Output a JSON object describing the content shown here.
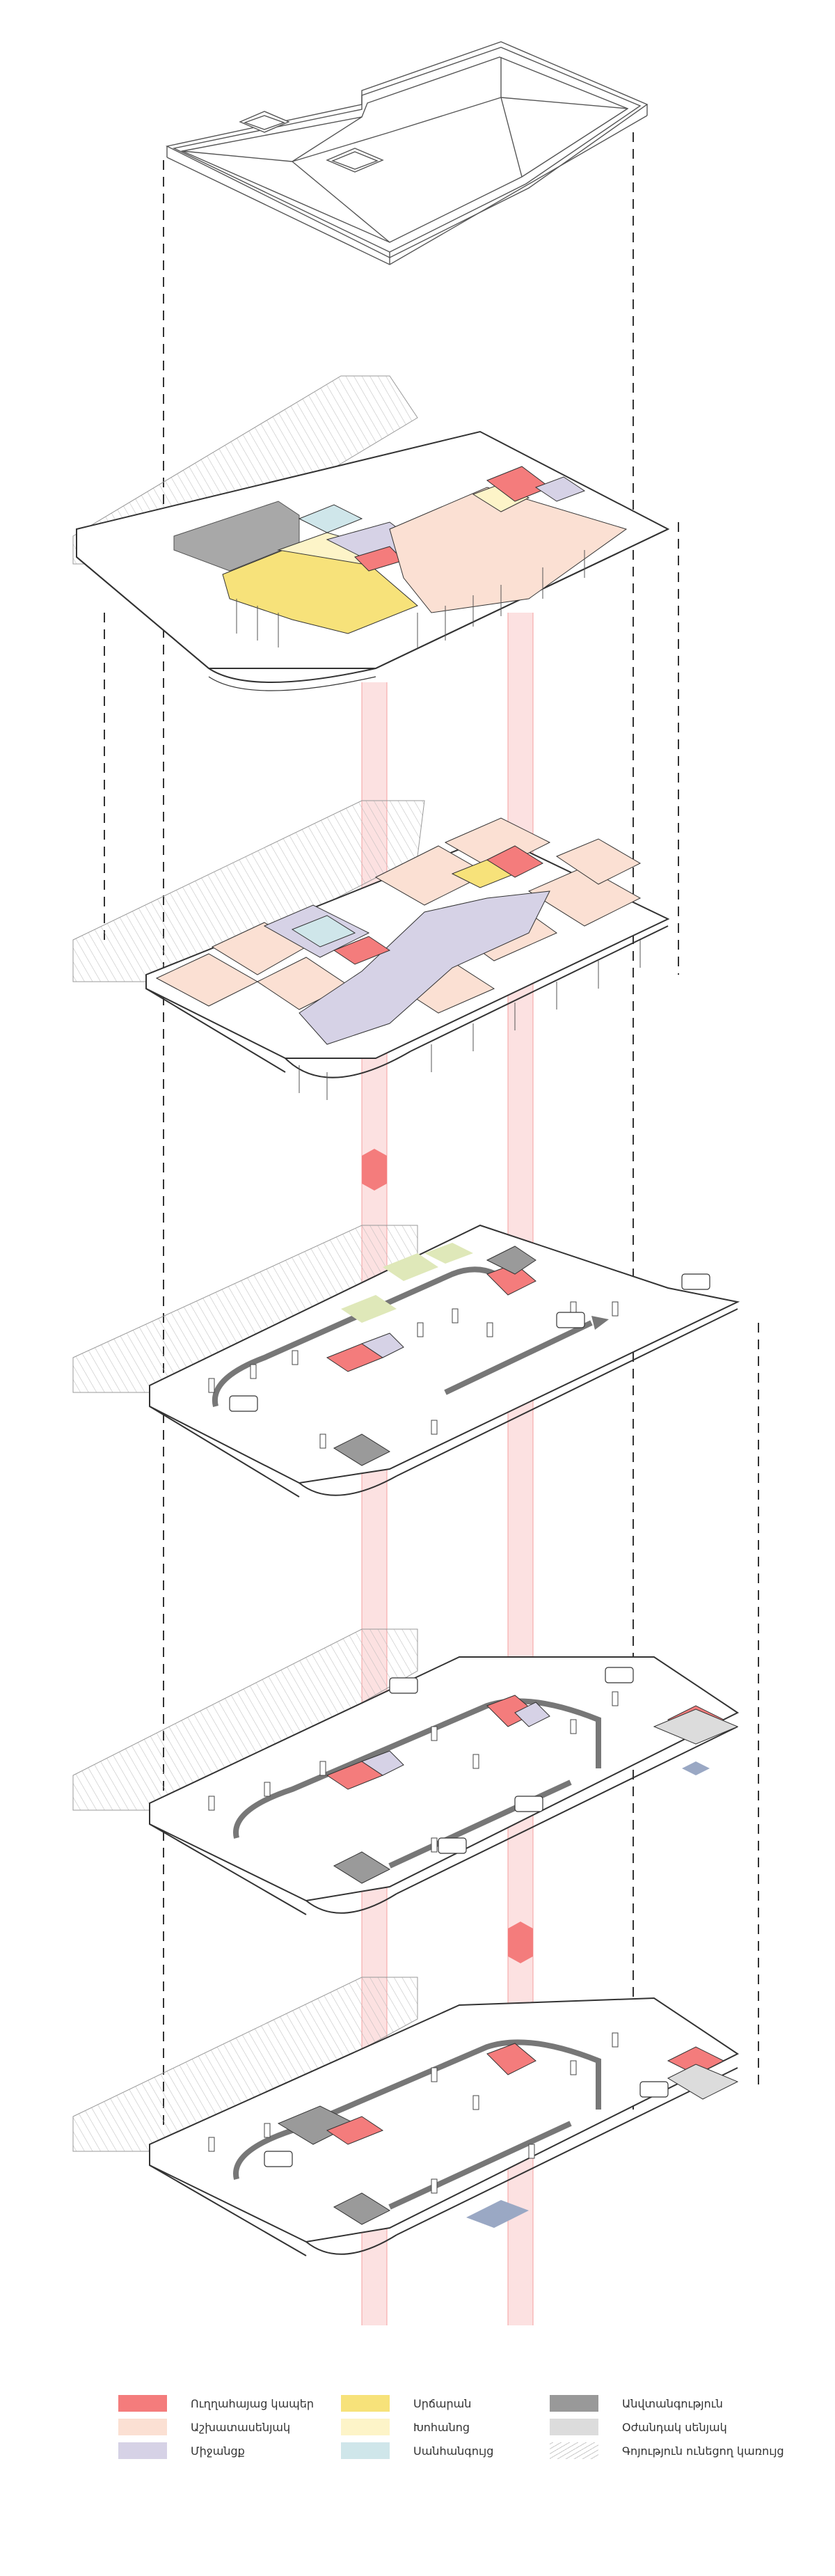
{
  "legend": {
    "items": [
      {
        "key": "vertical_core",
        "label": "Ուղղահայաց կապեր",
        "color": "#f47c7c"
      },
      {
        "key": "office",
        "label": "Աշխատասենյակ",
        "color": "#fbe0d3"
      },
      {
        "key": "corridor",
        "label": "Միջանցք",
        "color": "#d6d2e6"
      },
      {
        "key": "cafe",
        "label": "Սրճարան",
        "color": "#f7e27a"
      },
      {
        "key": "kitchen",
        "label": "Խոհանոց",
        "color": "#fdf4c8"
      },
      {
        "key": "sanitary",
        "label": "Սանհանգույց",
        "color": "#cfe6ea"
      },
      {
        "key": "security",
        "label": "Անվտանգություն",
        "color": "#999999"
      },
      {
        "key": "auxiliary",
        "label": "Օժանդակ սենյակ",
        "color": "#dcdcdc"
      },
      {
        "key": "existing",
        "label": "Գոյություն ունեցող կառույց",
        "color": "hatch"
      }
    ]
  },
  "colors": {
    "line": "#444444",
    "guide": "#333333",
    "shaft": "#f9c9c9",
    "ramp_arrow": "#666666",
    "slab_edge": "#3a4a6a",
    "green_patch": "#dfe8b9"
  },
  "layers": [
    {
      "name": "roof"
    },
    {
      "name": "level-2"
    },
    {
      "name": "level-1"
    },
    {
      "name": "ground-floor"
    },
    {
      "name": "basement-1"
    },
    {
      "name": "basement-2"
    }
  ]
}
